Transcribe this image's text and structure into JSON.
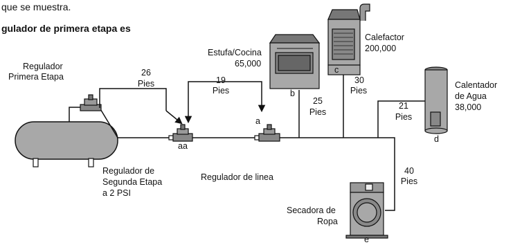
{
  "header": {
    "line1": "que se muestra.",
    "line2": "gulador de primera etapa es"
  },
  "labels": {
    "first_stage_line1": "Regulador",
    "first_stage_line2": "Primera Etapa",
    "dist_26_num": "26",
    "dist_26_unit": "Pies",
    "dist_19_num": "19",
    "dist_19_unit": "Pies",
    "stove_line1": "Estufa/Cocina",
    "stove_line2": "65,000",
    "stove_letter": "b",
    "heater_line1": "Calefactor",
    "heater_line2": "200,000",
    "heater_letter": "c",
    "dist_25_num": "25",
    "dist_25_unit": "Pies",
    "dist_30_num": "30",
    "dist_30_unit": "Pies",
    "water_heater_line1": "Calentador",
    "water_heater_line2": "de Agua",
    "water_heater_line3": "38,000",
    "water_heater_letter": "d",
    "dist_21_num": "21",
    "dist_21_unit": "Pies",
    "letter_a": "a",
    "letter_aa": "aa",
    "second_stage_line1": "Regulador de",
    "second_stage_line2": "Segunda Etapa",
    "second_stage_line3": "a 2 PSI",
    "line_regulator": "Regulador de linea",
    "dist_40_num": "40",
    "dist_40_unit": "Pies",
    "dryer_line1": "Secadora de",
    "dryer_line2": "Ropa",
    "dryer_letter": "e"
  }
}
